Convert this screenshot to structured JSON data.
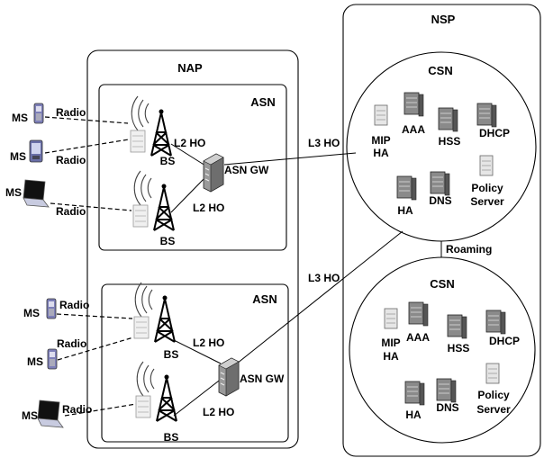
{
  "nsp": {
    "title": "NSP"
  },
  "nap": {
    "title": "NAP"
  },
  "asn_top": {
    "title": "ASN",
    "gateway": "ASN GW"
  },
  "asn_bottom": {
    "title": "ASN",
    "gateway": "ASN GW"
  },
  "csn_top": {
    "title": "CSN",
    "servers": {
      "mip_ha_1": "MIP",
      "mip_ha_2": "HA",
      "aaa": "AAA",
      "hss": "HSS",
      "dhcp": "DHCP",
      "ha": "HA",
      "dns": "DNS",
      "policy_1": "Policy",
      "policy_2": "Server"
    }
  },
  "csn_bottom": {
    "title": "CSN",
    "servers": {
      "mip_ha_1": "MIP",
      "mip_ha_2": "HA",
      "aaa": "AAA",
      "hss": "HSS",
      "dhcp": "DHCP",
      "ha": "HA",
      "dns": "DNS",
      "policy_1": "Policy",
      "policy_2": "Server"
    }
  },
  "links": {
    "roaming": "Roaming",
    "l3ho": "L3 HO",
    "l2ho": "L2 HO"
  },
  "nodes": {
    "ms": "MS",
    "radio": "Radio",
    "bs": "BS"
  }
}
